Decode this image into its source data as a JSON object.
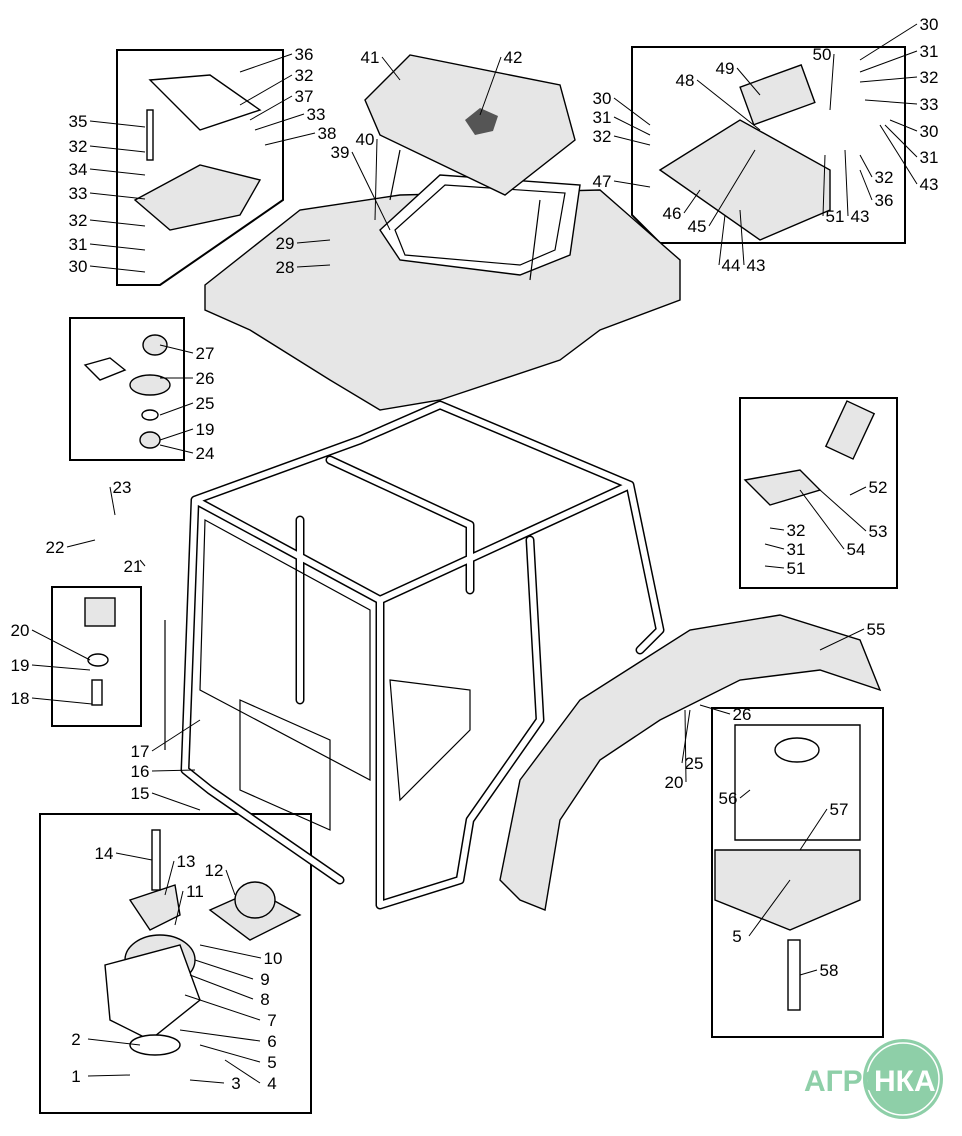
{
  "diagram": {
    "callouts": [
      "36",
      "32",
      "37",
      "33",
      "38",
      "35",
      "32",
      "34",
      "33",
      "32",
      "31",
      "30",
      "41",
      "42",
      "40",
      "39",
      "29",
      "28",
      "30",
      "31",
      "32",
      "33",
      "30",
      "31",
      "43",
      "50",
      "49",
      "48",
      "30",
      "31",
      "32",
      "47",
      "46",
      "45",
      "32",
      "36",
      "51",
      "43",
      "44",
      "43",
      "27",
      "26",
      "25",
      "19",
      "24",
      "23",
      "22",
      "21",
      "20",
      "19",
      "18",
      "52",
      "53",
      "54",
      "32",
      "31",
      "51",
      "55",
      "26",
      "25",
      "20",
      "56",
      "57",
      "5",
      "58",
      "17",
      "16",
      "15",
      "14",
      "13",
      "12",
      "11",
      "10",
      "9",
      "8",
      "7",
      "6",
      "5",
      "4",
      "3",
      "2",
      "1"
    ]
  },
  "logo": {
    "text_left": "АГРО",
    "text_right": "НКА",
    "color": "#8ecfa8"
  }
}
